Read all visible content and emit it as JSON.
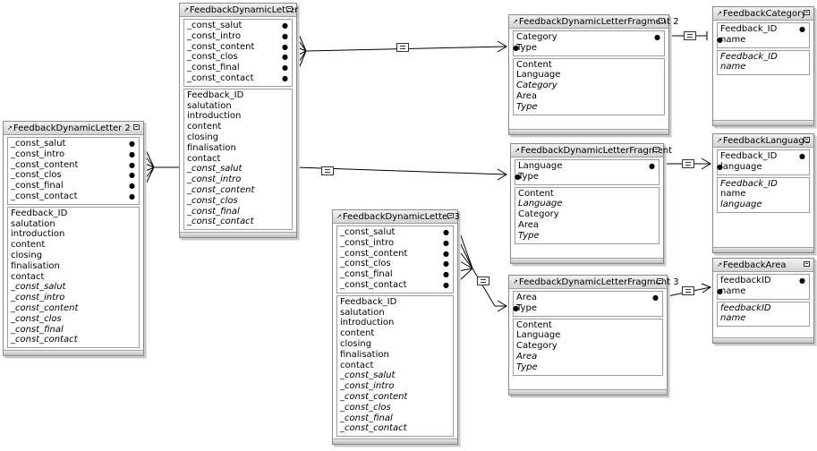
{
  "tables": {
    "letter2": {
      "name": "FeedbackDynamicLetter 2",
      "keys": [
        "_const_salut",
        "_const_intro",
        "_const_content",
        "_const_clos",
        "_const_final",
        "_const_contact"
      ],
      "fields": [
        "Feedback_ID",
        "salutation",
        "introduction",
        "content",
        "closing",
        "finalisation",
        "contact",
        "_const_salut",
        "_const_intro",
        "_const_content",
        "_const_clos",
        "_const_final",
        "_const_contact"
      ]
    },
    "letter": {
      "name": "FeedbackDynamicLetter",
      "keys": [
        "_const_salut",
        "_const_intro",
        "_const_content",
        "_const_clos",
        "_const_final",
        "_const_contact"
      ],
      "fields": [
        "Feedback_ID",
        "salutation",
        "introduction",
        "content",
        "closing",
        "finalisation",
        "contact",
        "_const_salut",
        "_const_intro",
        "_const_content",
        "_const_clos",
        "_const_final",
        "_const_contact"
      ]
    },
    "letter3": {
      "name": "FeedbackDynamicLetter 3",
      "keys": [
        "_const_salut",
        "_const_intro",
        "_const_content",
        "_const_clos",
        "_const_final",
        "_const_contact"
      ],
      "fields": [
        "Feedback_ID",
        "salutation",
        "introduction",
        "content",
        "closing",
        "finalisation",
        "contact",
        "_const_salut",
        "_const_intro",
        "_const_content",
        "_const_clos",
        "_const_final",
        "_const_contact"
      ]
    },
    "fragment2": {
      "name": "FeedbackDynamicLetterFragment 2",
      "keys": [
        "Category",
        "Type"
      ],
      "fields": [
        "Content",
        "Language",
        "Category",
        "Area",
        "Type"
      ]
    },
    "fragment": {
      "name": "FeedbackDynamicLetterFragment",
      "keys": [
        "Language",
        "Type"
      ],
      "fields": [
        "Content",
        "Language",
        "Category",
        "Area",
        "Type"
      ]
    },
    "fragment3": {
      "name": "FeedbackDynamicLetterFragment 3",
      "keys": [
        "Area",
        "Type"
      ],
      "fields": [
        "Content",
        "Language",
        "Category",
        "Area",
        "Type"
      ]
    },
    "category": {
      "name": "FeedbackCategory",
      "keys": [
        "Feedback_ID",
        "name"
      ],
      "fields": [
        "Feedback_ID",
        "name"
      ]
    },
    "language": {
      "name": "FeedbackLanguage",
      "keys": [
        "Feedback_ID",
        "language"
      ],
      "fields": [
        "Feedback_ID",
        "name",
        "language"
      ]
    },
    "area": {
      "name": "FeedbackArea",
      "keys": [
        "feedbackID",
        "name"
      ],
      "fields": [
        "feedbackID",
        "name"
      ]
    }
  },
  "colors": {
    "line": "#000000",
    "border": "#8a8a8a",
    "header": "#d8d8d8"
  },
  "icons": [
    "arrow-icon",
    "collapse-icon",
    "equals-operator-icon",
    "field-dot-icon"
  ]
}
